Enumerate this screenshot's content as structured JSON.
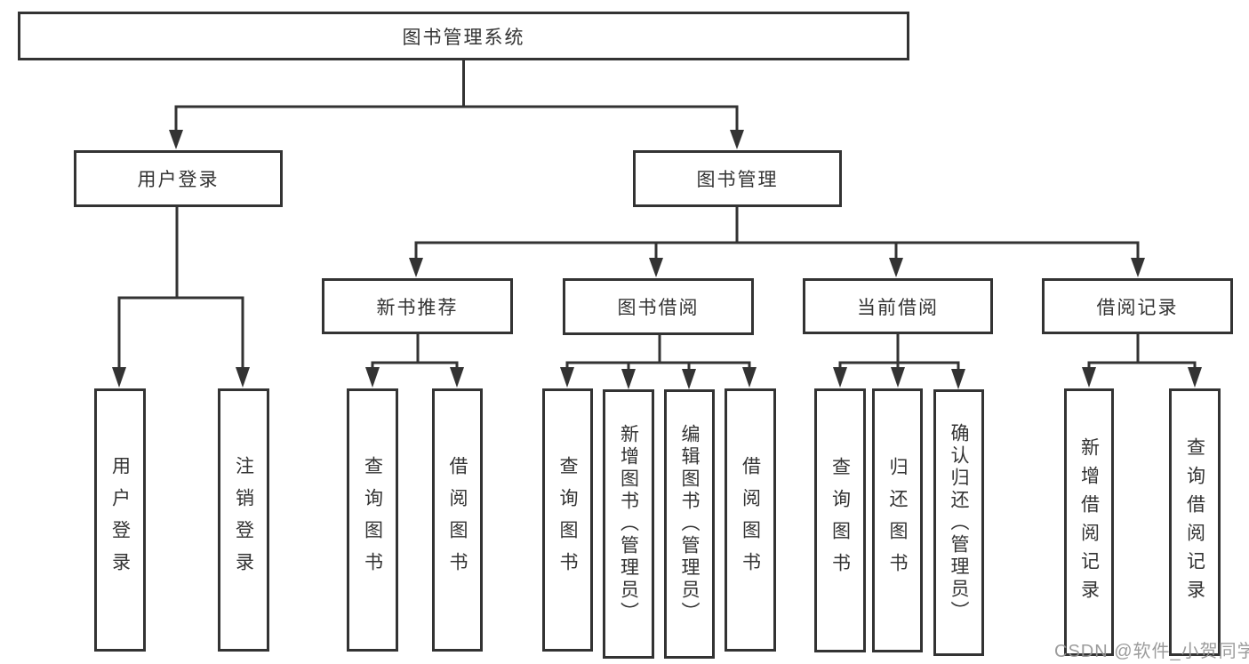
{
  "tree": {
    "label": "图书管理系统",
    "children": [
      {
        "label": "用户登录",
        "children": [
          {
            "label": "用户登录"
          },
          {
            "label": "注销登录"
          }
        ]
      },
      {
        "label": "图书管理",
        "children": [
          {
            "label": "新书推荐",
            "children": [
              {
                "label": "查询图书"
              },
              {
                "label": "借阅图书"
              }
            ]
          },
          {
            "label": "图书借阅",
            "children": [
              {
                "label": "查询图书"
              },
              {
                "label": "新增图书（管理员）"
              },
              {
                "label": "编辑图书（管理员）"
              },
              {
                "label": "借阅图书"
              }
            ]
          },
          {
            "label": "当前借阅",
            "children": [
              {
                "label": "查询图书"
              },
              {
                "label": "归还图书"
              },
              {
                "label": "确认归还（管理员）"
              }
            ]
          },
          {
            "label": "借阅记录",
            "children": [
              {
                "label": "新增借阅记录"
              },
              {
                "label": "查询借阅记录"
              }
            ]
          }
        ]
      }
    ]
  },
  "watermark": {
    "text": "CSDN @软件_小贺同学"
  },
  "colors": {
    "line": "#333333",
    "border": "#333333",
    "text": "#333333",
    "watermark": "#949494",
    "background": "#ffffff"
  }
}
